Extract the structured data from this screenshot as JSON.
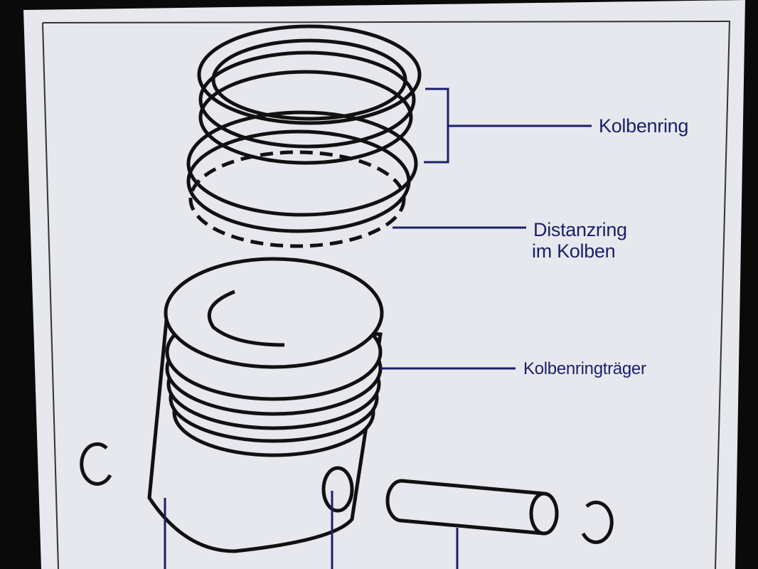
{
  "diagram": {
    "labels": {
      "piston_ring": "Kolbenring",
      "spacer_ring_line1": "Distanzring",
      "spacer_ring_line2": "im Kolben",
      "ring_carrier": "Kolbenringträger"
    },
    "colors": {
      "screen": "#e6e8ee",
      "line_art": "#111111",
      "leader": "#1c1f6a"
    }
  }
}
